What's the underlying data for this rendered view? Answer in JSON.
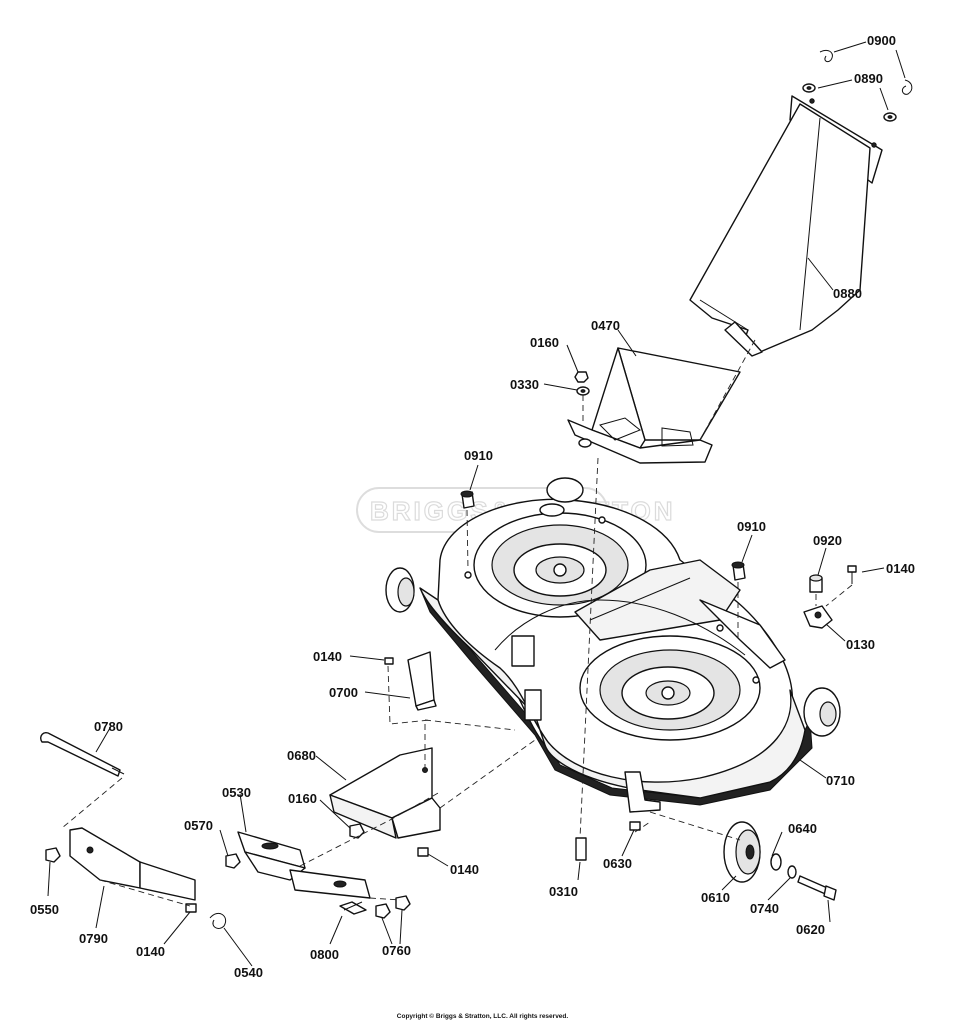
{
  "watermark": "BRIGGS&STRATTON",
  "copyright": "Copyright © Briggs & Stratton, LLC. All rights reserved.",
  "callouts": [
    "0900",
    "0890",
    "0880",
    "0470",
    "0160",
    "0330",
    "0910",
    "0910",
    "0920",
    "0140",
    "0130",
    "0140",
    "0700",
    "0710",
    "0780",
    "0680",
    "0530",
    "0160",
    "0570",
    "0140",
    "0550",
    "0790",
    "0140",
    "0540",
    "0800",
    "0760",
    "0310",
    "0630",
    "0610",
    "0640",
    "0740",
    "0620"
  ]
}
